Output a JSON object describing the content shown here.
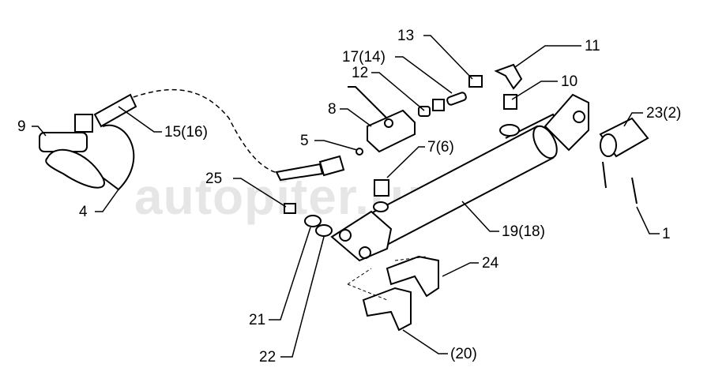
{
  "watermark": "autopiter.ru",
  "callouts": [
    {
      "id": "c13",
      "text": "13"
    },
    {
      "id": "c11",
      "text": "11"
    },
    {
      "id": "c17",
      "text": "17(14)"
    },
    {
      "id": "c12",
      "text": "12"
    },
    {
      "id": "c10",
      "text": "10"
    },
    {
      "id": "c8",
      "text": "8"
    },
    {
      "id": "c23",
      "text": "23(2)"
    },
    {
      "id": "c9",
      "text": "9"
    },
    {
      "id": "c15",
      "text": "15(16)"
    },
    {
      "id": "c5",
      "text": "5"
    },
    {
      "id": "c7",
      "text": "7(6)"
    },
    {
      "id": "c25",
      "text": "25"
    },
    {
      "id": "c4",
      "text": "4"
    },
    {
      "id": "c19",
      "text": "19(18)"
    },
    {
      "id": "c1",
      "text": "1"
    },
    {
      "id": "c24",
      "text": "24"
    },
    {
      "id": "c21",
      "text": "21"
    },
    {
      "id": "c20",
      "text": "(20)"
    },
    {
      "id": "c22",
      "text": "22"
    }
  ]
}
